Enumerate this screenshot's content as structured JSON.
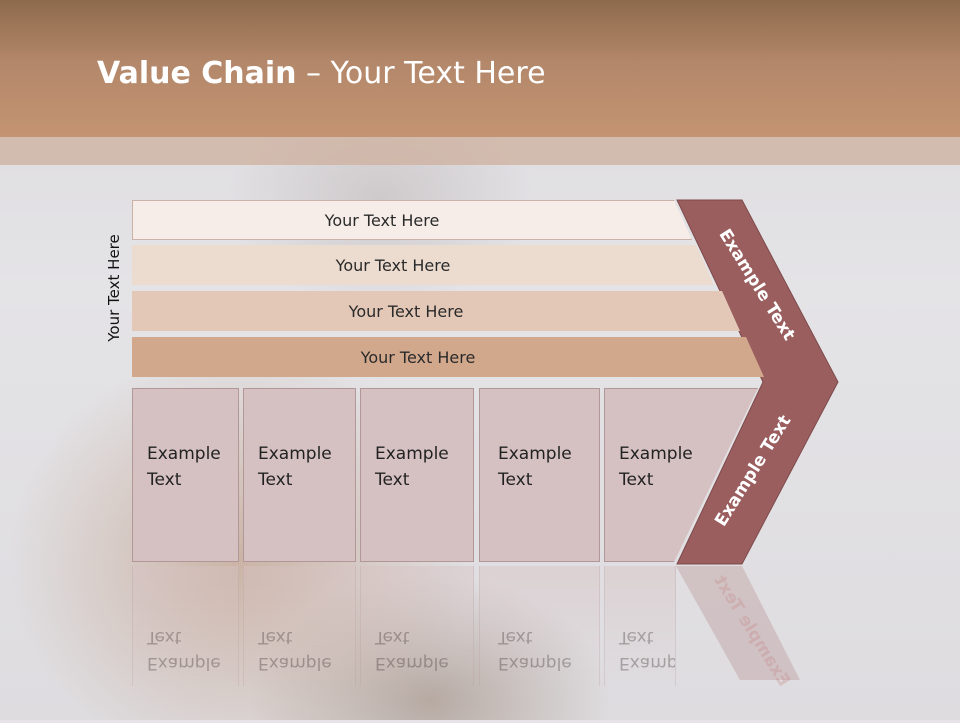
{
  "slide": {
    "title_bold": "Value Chain",
    "title_rest": " – Your Text Here",
    "side_label": "Your Text Here"
  },
  "support_bars": [
    {
      "label": "Your Text Here"
    },
    {
      "label": "Your Text Here"
    },
    {
      "label": "Your Text Here"
    },
    {
      "label": "Your Text Here"
    }
  ],
  "primary_boxes": [
    {
      "line1": "Example",
      "line2": "Text"
    },
    {
      "line1": "Example",
      "line2": "Text"
    },
    {
      "line1": "Example",
      "line2": "Text"
    },
    {
      "line1": "Example",
      "line2": "Text"
    },
    {
      "line1": "Example",
      "line2": "Text"
    }
  ],
  "chevron": {
    "upper_label": "Example Text",
    "lower_label": "Example Text"
  },
  "colors": {
    "header": "#b3876a",
    "chevron": "#9a5e5f",
    "box": "#d6c1c2"
  }
}
